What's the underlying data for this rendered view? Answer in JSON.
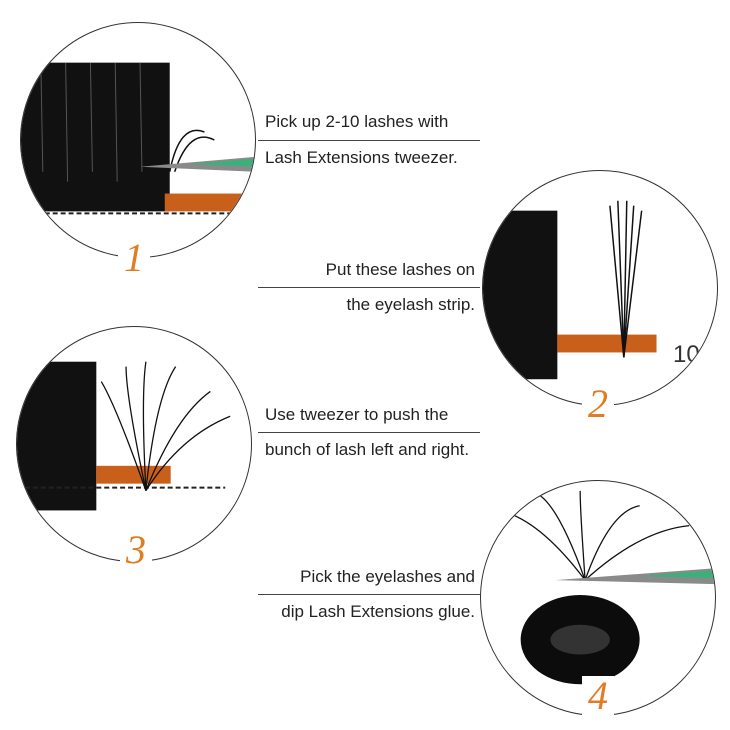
{
  "steps": [
    {
      "number": "1",
      "line1": "Pick up 2-10 lashes with",
      "line2": "Lash Extensions tweezer."
    },
    {
      "number": "2",
      "line1": "Put these lashes on",
      "line2": "the eyelash strip.",
      "strip_label": "10"
    },
    {
      "number": "3",
      "line1": "Use tweezer to push the",
      "line2": "bunch of lash left and right."
    },
    {
      "number": "4",
      "line1": "Pick the eyelashes and",
      "line2": "dip Lash Extensions glue."
    }
  ],
  "colors": {
    "accent": "#e07c22",
    "strip": "#c8601c",
    "lash": "#111111"
  }
}
